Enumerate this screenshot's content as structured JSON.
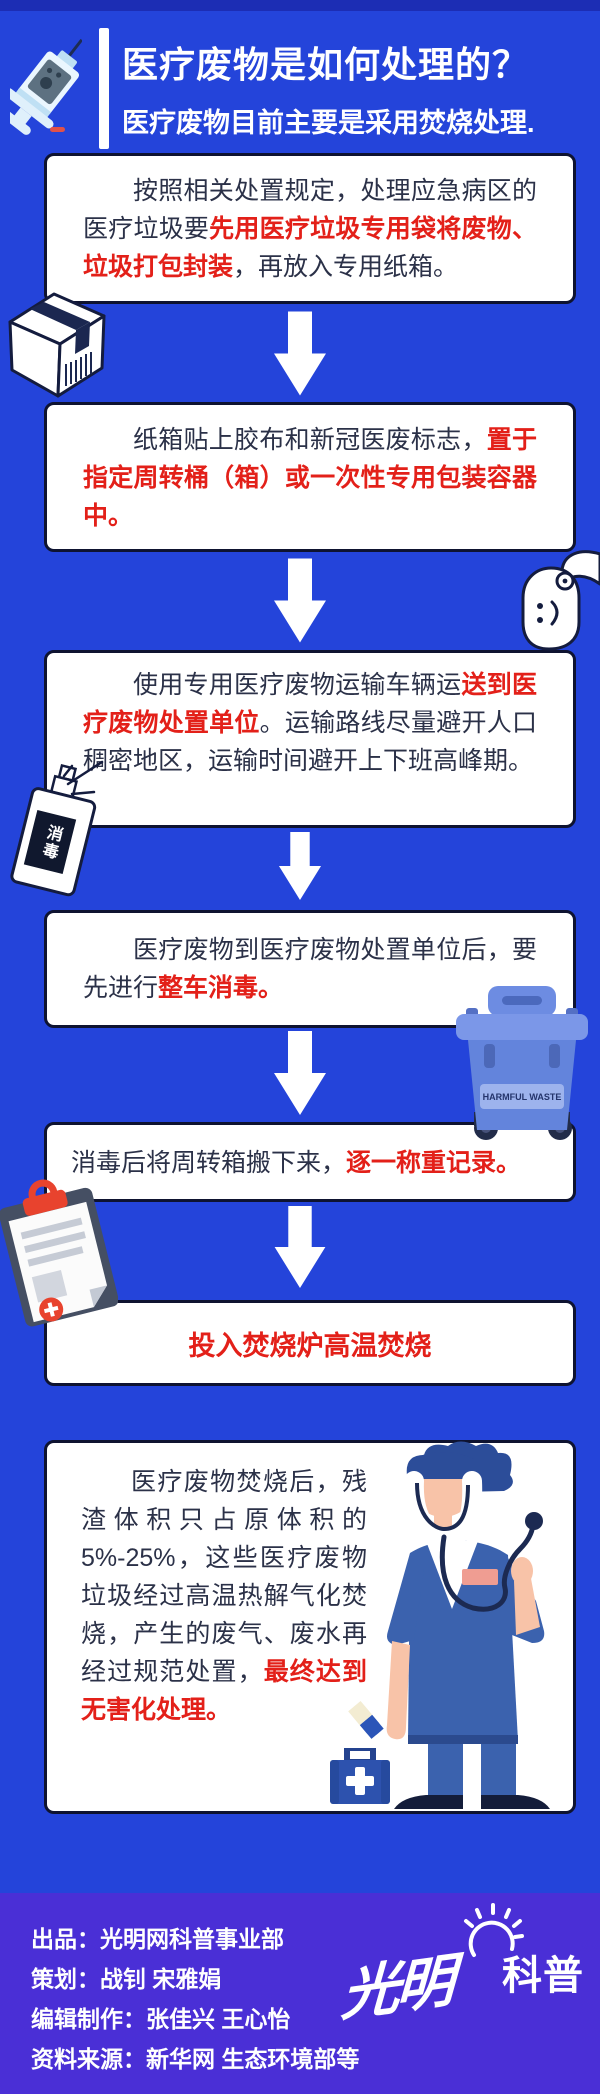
{
  "theme": {
    "background": "#2444da",
    "top_strip": "#1c2db4",
    "footer_background": "#4a2fd6",
    "card_background": "#ffffff",
    "card_border": "#0e1330",
    "text_dark": "#2b3148",
    "text_red": "#e32019",
    "arrow": "#ffffff"
  },
  "header": {
    "title": "医疗废物是如何处理的？",
    "subtitle": "医疗废物目前主要是采用焚烧处理."
  },
  "steps": [
    {
      "segments": [
        {
          "t": "按照相关处置规定，处理应急病区的医疗垃圾要",
          "s": "n"
        },
        {
          "t": "先用医疗垃圾专用袋将废物、垃圾打包封装",
          "s": "r"
        },
        {
          "t": "，再放入专用纸箱。",
          "s": "n"
        }
      ]
    },
    {
      "segments": [
        {
          "t": "纸箱贴上胶布和新冠医废标志，",
          "s": "n"
        },
        {
          "t": "置于指定周转桶（箱）或一次性专用包装容器中。",
          "s": "r"
        }
      ]
    },
    {
      "segments": [
        {
          "t": "使用专用医疗废物运输车辆运",
          "s": "n"
        },
        {
          "t": "送到医疗废物处置单位",
          "s": "r"
        },
        {
          "t": "。运输路线尽量避开人口稠密地区，运输时间避开上下班高峰期。",
          "s": "n"
        }
      ]
    },
    {
      "segments": [
        {
          "t": "医疗废物到医疗废物处置单位后，要先进行",
          "s": "n"
        },
        {
          "t": "整车消毒。",
          "s": "r"
        }
      ]
    },
    {
      "segments": [
        {
          "t": "消毒后将周转箱搬下来，",
          "s": "n"
        },
        {
          "t": "逐一称重记录。",
          "s": "r"
        }
      ]
    },
    {
      "segments": [
        {
          "t": "投入焚烧炉高温焚烧",
          "s": "r"
        }
      ]
    },
    {
      "segments": [
        {
          "t": "医疗废物焚烧后，残渣体积只占原体积的5%-25%，这些医疗废物垃圾经过高温热解气化焚烧，产生的废气、废水再经过规范处置，",
          "s": "n"
        },
        {
          "t": "最终达到无害化处理。",
          "s": "r"
        }
      ]
    }
  ],
  "decorations": {
    "bin_label": "HARMFUL WASTE",
    "spray_label": "消毒"
  },
  "footer": {
    "credits": [
      "出品：光明网科普事业部",
      "策划：战钊 宋雅娟",
      "编辑制作：张佳兴 王心怡",
      "资料来源：新华网  生态环境部等"
    ],
    "logo": {
      "left": "光明",
      "right": "科普"
    }
  }
}
